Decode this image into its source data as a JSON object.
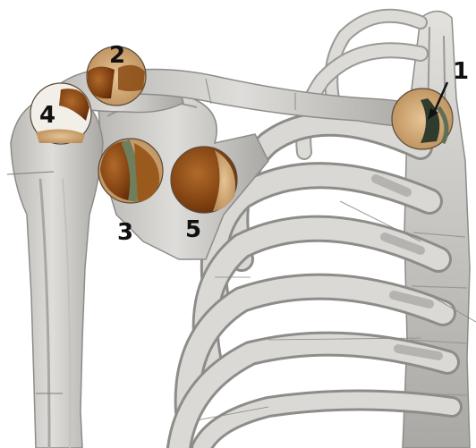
{
  "colors": {
    "bone": "#d7d6d2",
    "bone_shadow": "#a9a8a4",
    "bone_dark": "#8d8c89",
    "joint_brown": "#8a4a14",
    "joint_tan": "#c9a070",
    "cartilage_green": "#6f7f5c",
    "label": "#111111"
  },
  "labels": [
    {
      "id": "joint-1",
      "text": "1"
    },
    {
      "id": "joint-2",
      "text": "2"
    },
    {
      "id": "joint-3",
      "text": "3"
    },
    {
      "id": "joint-4",
      "text": "4"
    },
    {
      "id": "joint-5",
      "text": "5"
    }
  ]
}
